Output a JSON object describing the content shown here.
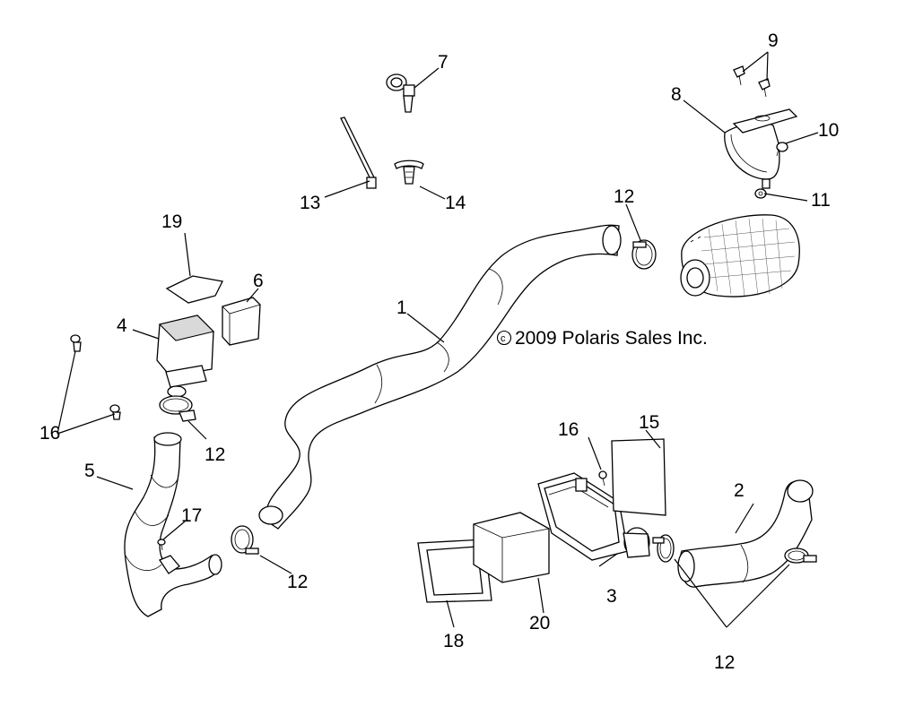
{
  "copyright": "2009 Polaris Sales Inc.",
  "labels": {
    "l1": "1",
    "l2": "2",
    "l3": "3",
    "l4": "4",
    "l5": "5",
    "l6": "6",
    "l7": "7",
    "l8": "8",
    "l9": "9",
    "l10": "10",
    "l11": "11",
    "l12a": "12",
    "l12b": "12",
    "l12c": "12",
    "l12d": "12",
    "l13": "13",
    "l14": "14",
    "l15": "15",
    "l16a": "16",
    "l16b": "16",
    "l17": "17",
    "l18": "18",
    "l19": "19",
    "l20": "20"
  }
}
